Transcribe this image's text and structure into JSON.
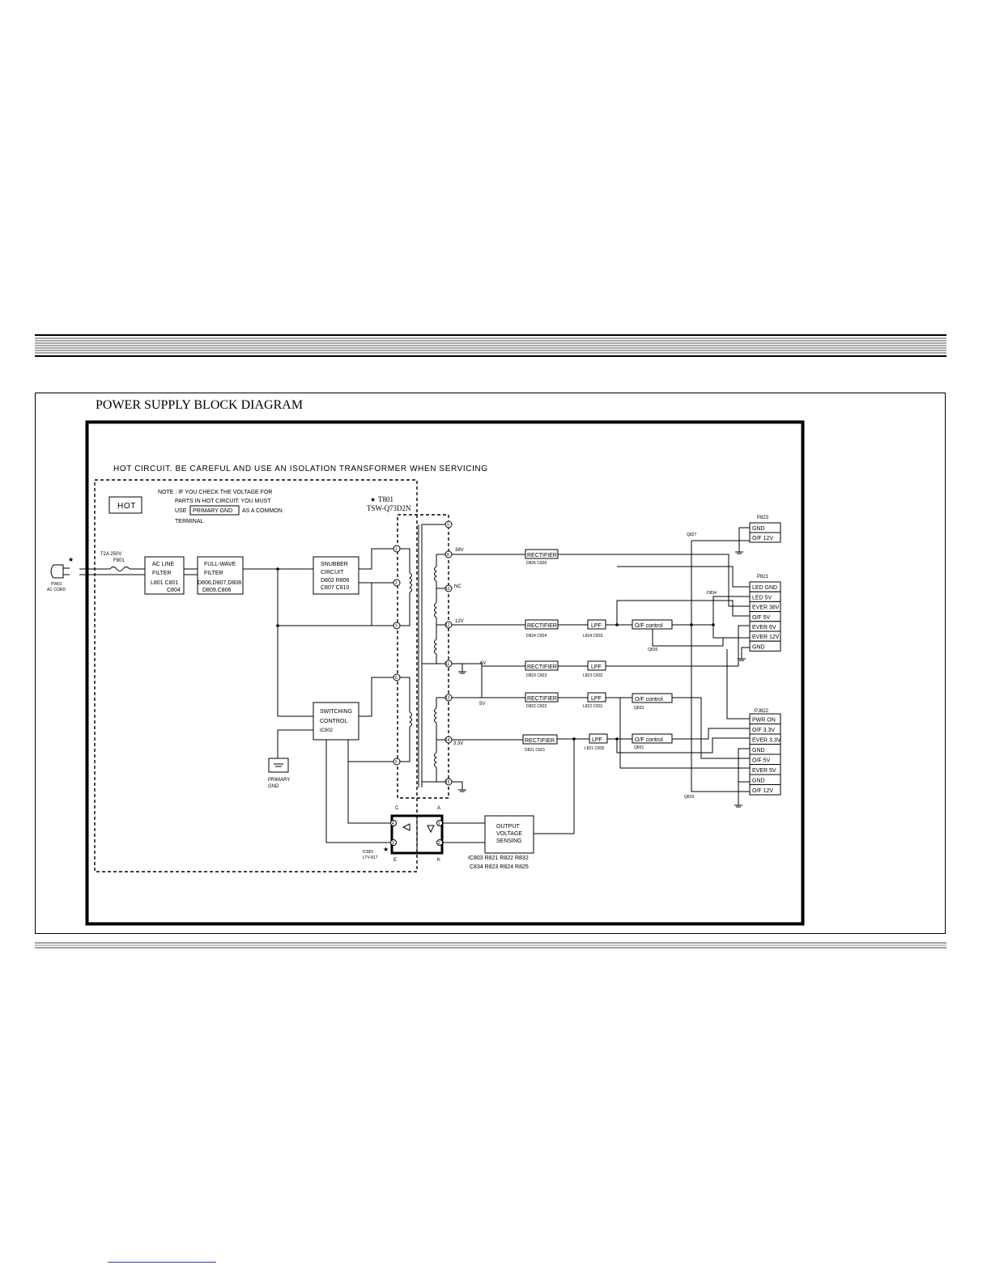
{
  "page": {
    "diagram_title": "POWER SUPPLY BLOCK DIAGRAM"
  },
  "warning": {
    "hot_circuit": "HOT CIRCUIT.    BE CAREFUL  AND  USE  AN  ISOLATION  TRANSFORMER  WHEN  SERVICING",
    "hot_label": "HOT",
    "note_line1": "NOTE :  IF  YOU  CHECK  THE  VOLTAGE  FOR",
    "note_line2": "PARTS  IN  HOT  CIRCUIT.    YOU  MUST",
    "note_use": "USE",
    "note_primary_gnd": "PRIMARY  GND",
    "note_common": "AS  A  COMMON",
    "note_line4": "TERMINAL"
  },
  "input": {
    "plug_id": "PW01",
    "plug_label": "AC CORD",
    "fuse_rating": "T2A  250V",
    "fuse_id": "F801"
  },
  "primary_blocks": {
    "ac_filter": [
      "AC  LINE",
      "FILTER",
      "L801 C801",
      "C804"
    ],
    "fullwave": [
      "FULL-WAVE",
      "FILTER",
      "D806,D807,D808",
      "D809,C806"
    ],
    "snubber": [
      "SNUBBER",
      "CIRCUIT",
      "D802 R806",
      "C807 C810"
    ],
    "switching": [
      "SWITCHING",
      "CONTROL",
      "IC802"
    ],
    "primary_gnd": [
      "PRIMARY",
      "GND"
    ]
  },
  "transformer": {
    "id": "T801",
    "part": "TSW-Q73D2N",
    "primary_pins": [
      "1",
      "2",
      "3",
      "6",
      "5"
    ],
    "secondary_pins": [
      "9",
      "8",
      "10",
      "12",
      "11",
      "13",
      "14",
      "15"
    ]
  },
  "optocoupler": {
    "id": "IC801",
    "part": "LTV-817",
    "pins": [
      "4",
      "3",
      "1",
      "2"
    ],
    "labels": [
      "C",
      "E",
      "A",
      "K"
    ]
  },
  "sensing": {
    "block": [
      "OUTPUT",
      "VOLTAGE",
      "SENSING"
    ],
    "parts_line1": "IC803    R821    R822    R832",
    "parts_line2": "C834    R823    R824    R825"
  },
  "rails": [
    {
      "voltage": "38V",
      "rectifier": "RECTIFIER",
      "parts": "D826     C826"
    },
    {
      "voltage": "NC"
    },
    {
      "voltage": "12V",
      "rectifier": "RECTIFIER",
      "parts": "D824     C824",
      "lpf": "LPF",
      "lpf_parts": "L824  C833",
      "control": "O/F  control",
      "control_id": "Q836"
    },
    {
      "voltage": "6V",
      "rectifier": "RECTIFIER",
      "parts": "D823     C823",
      "lpf": "LPF",
      "lpf_parts": "L823  C832"
    },
    {
      "voltage": "5V",
      "rectifier": "RECTIFIER",
      "parts": "D822     C822",
      "lpf": "LPF",
      "lpf_parts": "L822  C831",
      "control": "O/F  control",
      "control_id": "Q833"
    },
    {
      "voltage": "3.3V",
      "rectifier": "RECTIFIER",
      "parts": "D821     C821",
      "lpf": "LPF",
      "lpf_parts": "L821  C830",
      "control": "O/F  control",
      "control_id": "Q831"
    }
  ],
  "transistors": {
    "q827": "Q827",
    "q834": "D834",
    "q829": "Q829"
  },
  "connectors": {
    "p823": {
      "name": "P823",
      "pins": [
        "GND",
        "O/F  12V"
      ]
    },
    "p821": {
      "name": "P821",
      "pins": [
        "LED  GND",
        "LED  5V",
        "EVER  38V",
        "O/F  5V",
        "EVER  6V",
        "EVER  12V",
        "GND"
      ]
    },
    "p822": {
      "name": "PJ822",
      "pins": [
        "PWR  ON",
        "O/F  3.3V",
        "EVER  3.3V",
        "GND",
        "O/F  5V",
        "EVER  5V",
        "GND",
        "O/F  12V"
      ]
    }
  }
}
